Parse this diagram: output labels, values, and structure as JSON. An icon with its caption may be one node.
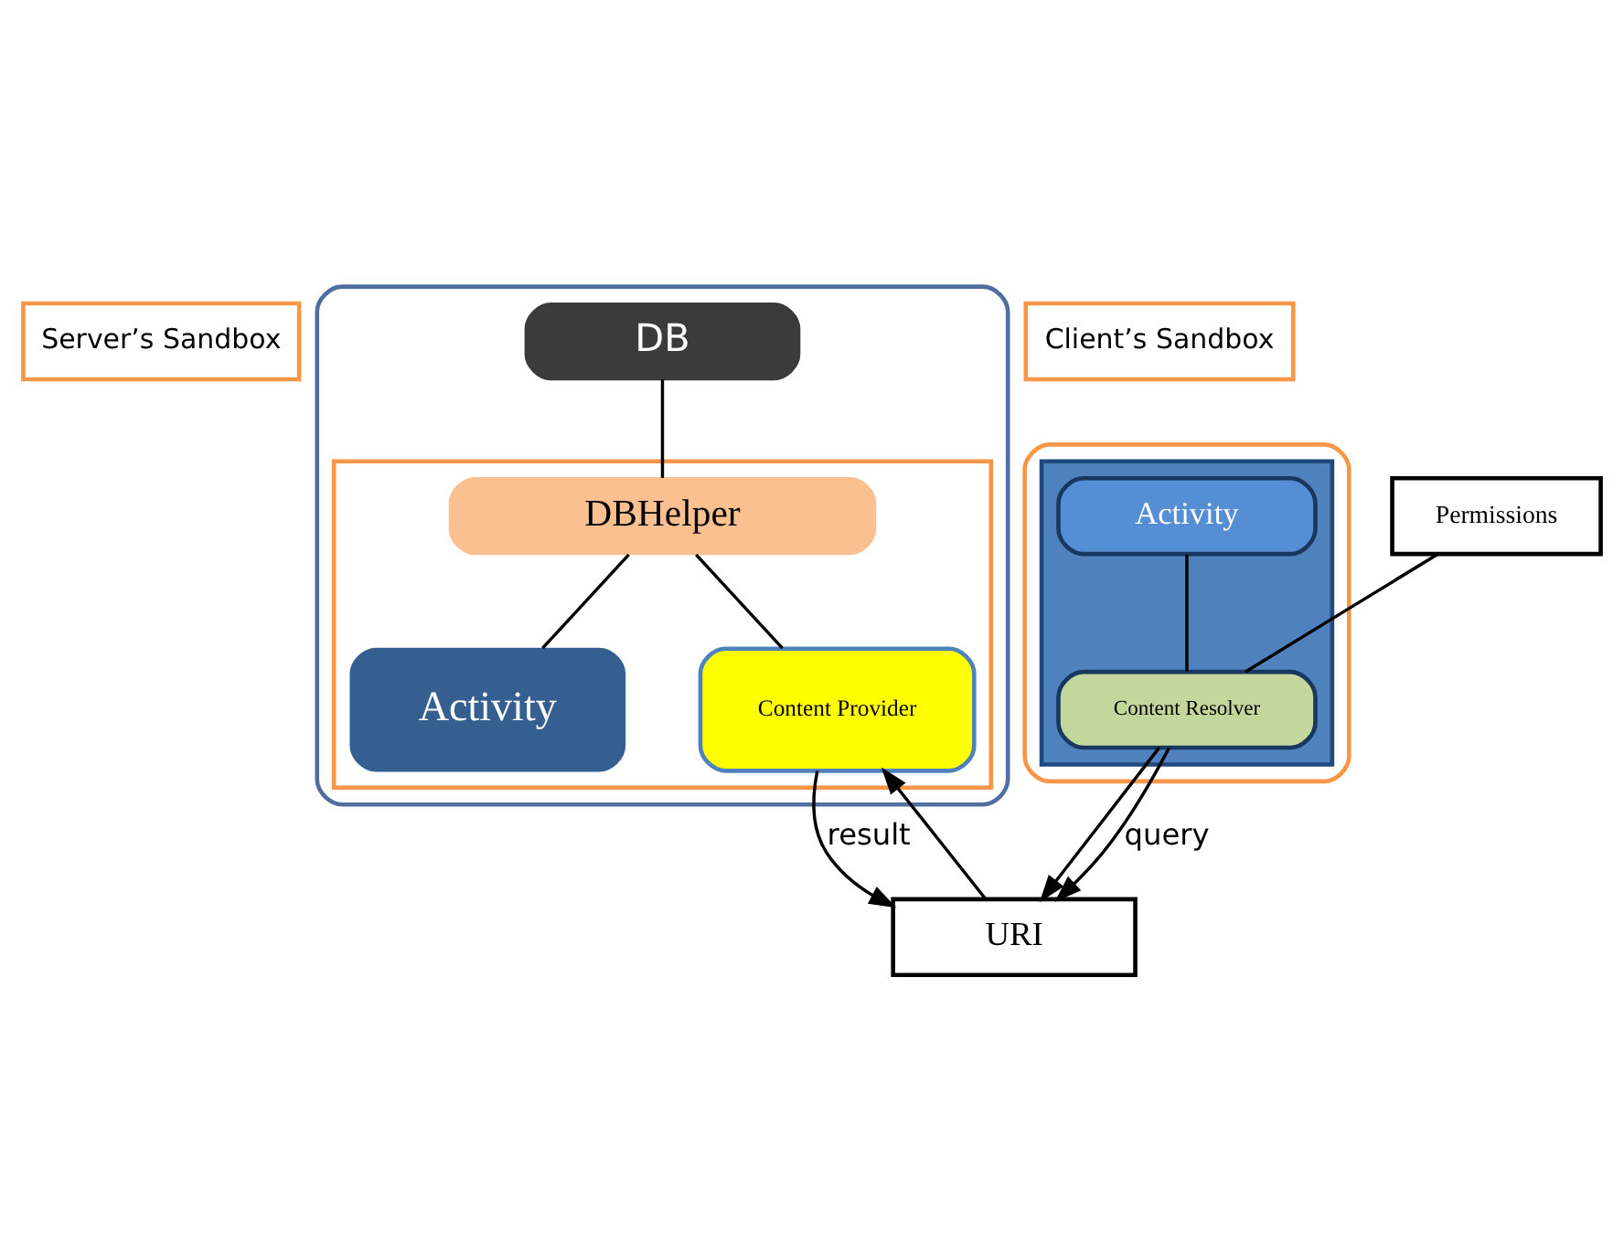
{
  "diagram": {
    "nodes": [
      {
        "text": [
          "Server’s Sandbox"
        ]
      },
      {
        "text": [],
        "shape": "box"
      },
      {
        "text": [
          "DB"
        ],
        "in": 1
      },
      {
        "text": [],
        "shape": "box",
        "in": 1
      },
      {
        "text": [
          "DBHelper"
        ],
        "in": 3
      },
      {
        "text": [
          "Activity"
        ],
        "in": 3
      },
      {
        "text": [
          "Content Provider"
        ],
        "in": 3
      },
      {
        "text": [
          "URI"
        ]
      },
      {
        "text": [
          "Permissions"
        ]
      },
      {
        "text": [
          "Client’s Sandbox"
        ]
      },
      {
        "text": [],
        "shape": "box"
      },
      {
        "text": [],
        "shape": "bar",
        "in": 10
      },
      {
        "text": [
          "Activity"
        ],
        "in": 11
      },
      {
        "text": [
          "Content Resolver"
        ],
        "in": 11
      }
    ],
    "edges": [
      {
        "from": 2,
        "to": 4,
        "arrow": "none"
      },
      {
        "from": 4,
        "to": 5,
        "arrow": "none"
      },
      {
        "from": 4,
        "to": 6,
        "arrow": "none"
      },
      {
        "from": 6,
        "to": 7,
        "arrow": "to",
        "label": "result"
      },
      {
        "from": 7,
        "to": 6,
        "arrow": "to"
      },
      {
        "from": 13,
        "to": 7,
        "arrow": "to"
      },
      {
        "from": 13,
        "to": 7,
        "arrow": "to",
        "label": "query"
      },
      {
        "from": 8,
        "to": 13,
        "arrow": "none"
      },
      {
        "from": 12,
        "to": 13,
        "arrow": "none"
      }
    ]
  }
}
